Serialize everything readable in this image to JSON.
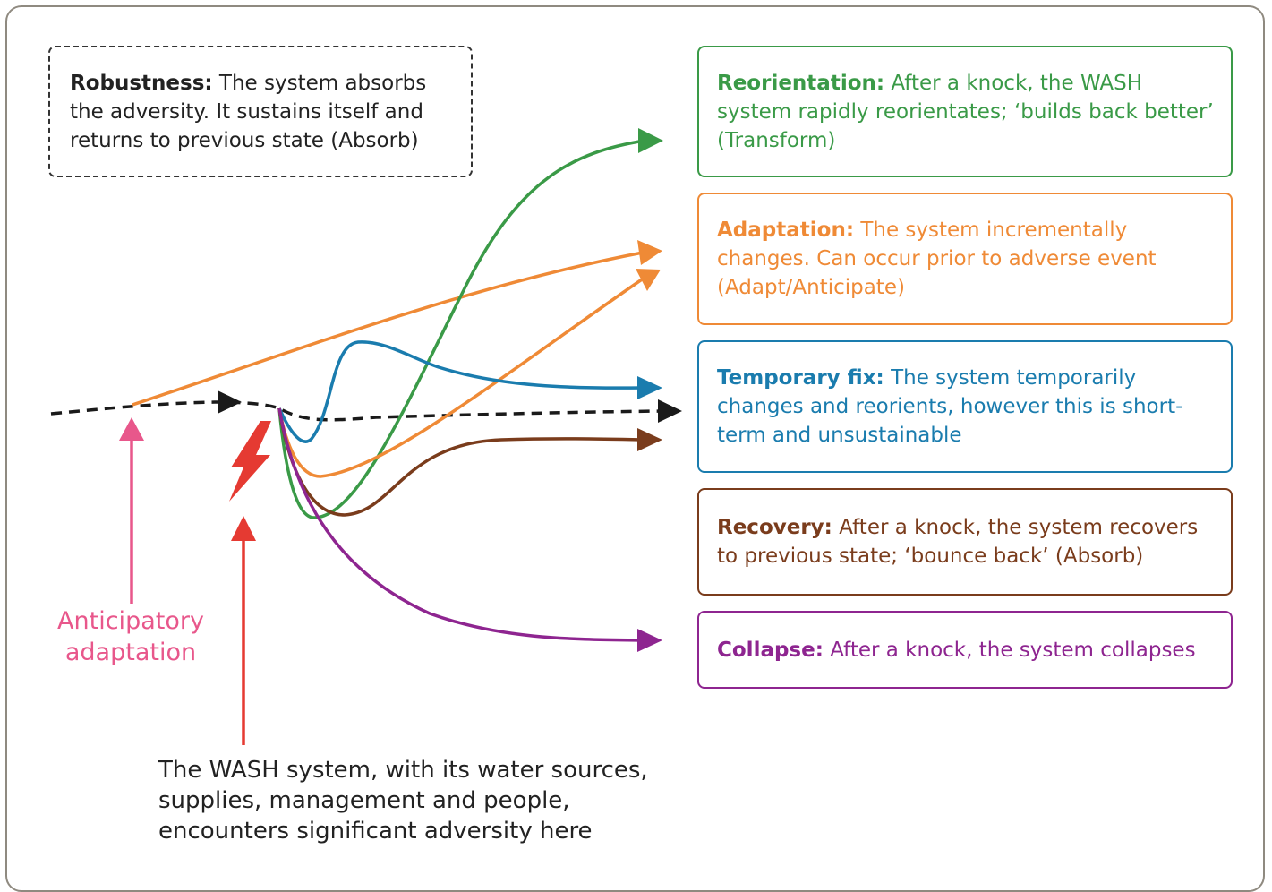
{
  "boxes": {
    "robustness": {
      "title": "Robustness:",
      "text": "The system absorbs the adversity. It sustains itself and returns to previous state (Absorb)"
    },
    "reorientation": {
      "title": "Reorientation:",
      "text": "After a knock, the WASH system rapidly reorientates; ‘builds back better’ (Transform)"
    },
    "adaptation": {
      "title": "Adaptation:",
      "text": "The system incrementally changes. Can occur prior to adverse event (Adapt/Anticipate)"
    },
    "temporary_fix": {
      "title": "Temporary fix:",
      "text": "The system temporarily changes and reorients, however this is short-term and unsustainable"
    },
    "recovery": {
      "title": "Recovery:",
      "text": "After a knock, the system recovers to previous state; ‘bounce back’ (Absorb)"
    },
    "collapse": {
      "title": "Collapse:",
      "text": "After a knock, the system collapses"
    }
  },
  "labels": {
    "anticipatory": "Anticipatory adaptation",
    "adversity": "The WASH system, with its water sources, supplies, management and people, encounters significant adversity here"
  },
  "colors": {
    "reorientation": "#3a9a47",
    "adaptation": "#ef8a36",
    "temporary_fix": "#1a7cae",
    "recovery": "#7a3c1c",
    "collapse": "#8e2590",
    "anticipatory": "#e8578b",
    "adversity": "#e53a32",
    "baseline": "#1a1a1a"
  },
  "icons": {
    "adversity": "lightning-bolt-icon"
  }
}
